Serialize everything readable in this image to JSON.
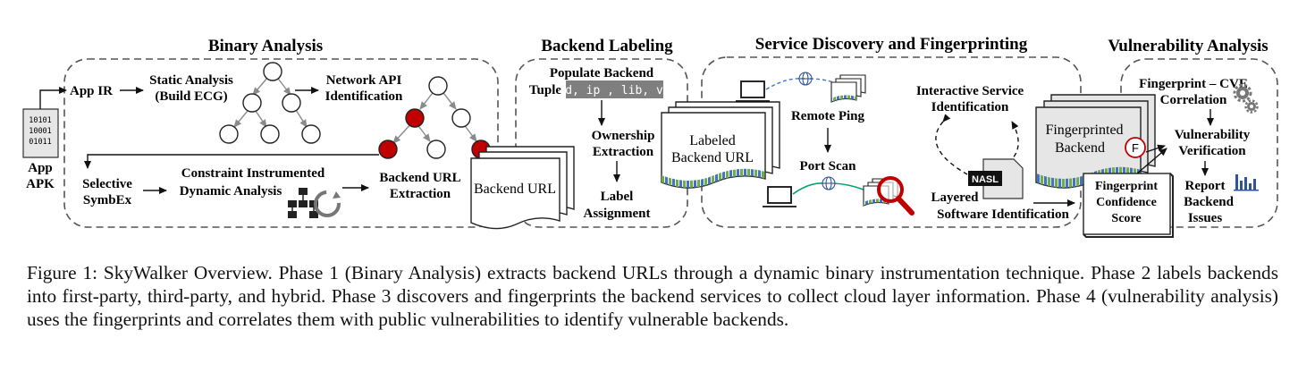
{
  "figure": {
    "phases": [
      {
        "title": "Binary Analysis"
      },
      {
        "title": "Backend Labeling"
      },
      {
        "title": "Service Discovery and Fingerprinting"
      },
      {
        "title": "Vulnerability Analysis"
      }
    ],
    "binary_analysis": {
      "apk_bits": [
        "10101",
        "10001",
        "01011"
      ],
      "app_apk": [
        "App",
        "APK"
      ],
      "app_ir": "App IR",
      "static_analysis": [
        "Static Analysis",
        "(Build ECG)"
      ],
      "network_api": [
        "Network API",
        "Identification"
      ],
      "selective_symbex": [
        "Selective",
        "SymbEx"
      ],
      "constraint_instrumented": [
        "Constraint Instrumented",
        "Dynamic Analysis"
      ],
      "backend_url_extraction": [
        "Backend URL",
        "Extraction"
      ],
      "backend_url_doc": "Backend URL"
    },
    "backend_labeling": {
      "populate": [
        "Populate Backend",
        "Tuple"
      ],
      "tuple": "{d, ip , lib, v}",
      "ownership": [
        "Ownership",
        "Extraction"
      ],
      "label_assignment": [
        "Label",
        "Assignment"
      ],
      "labeled_doc": [
        "Labeled",
        "Backend URL"
      ]
    },
    "service_discovery": {
      "remote_ping": "Remote Ping",
      "port_scan": "Port Scan",
      "interactive": [
        "Interactive Service",
        "Identification"
      ],
      "nasl": "NASL",
      "layered": [
        "Layered",
        "Software Identification"
      ]
    },
    "vulnerability_analysis": {
      "fingerprinted_doc": [
        "Fingerprinted",
        "Backend"
      ],
      "f_badge": "F",
      "cve_correlation": [
        "Fingerprint – CVE",
        "Correlation"
      ],
      "verification": [
        "Vulnerability",
        "Verification"
      ],
      "confidence": [
        "Fingerprint",
        "Confidence",
        "Score"
      ],
      "report": [
        "Report",
        "Backend",
        "Issues"
      ]
    },
    "colors": {
      "red_node": "#c00000",
      "dashed_border": "#555555",
      "tuple_bg": "#7f7f7f",
      "magnifier": "#c00000",
      "stripe_blue": "#4472c4",
      "stripe_green": "#70ad47"
    }
  },
  "caption": "Figure 1: SkyWalker Overview. Phase 1 (Binary Analysis) extracts backend URLs through a dynamic binary instrumentation technique. Phase 2 labels backends into first-party, third-party, and hybrid. Phase 3 discovers and fingerprints the backend services to collect cloud layer information. Phase 4 (vulnerability analysis) uses the fingerprints and correlates them with public vulnerabilities to identify vulnerable backends."
}
